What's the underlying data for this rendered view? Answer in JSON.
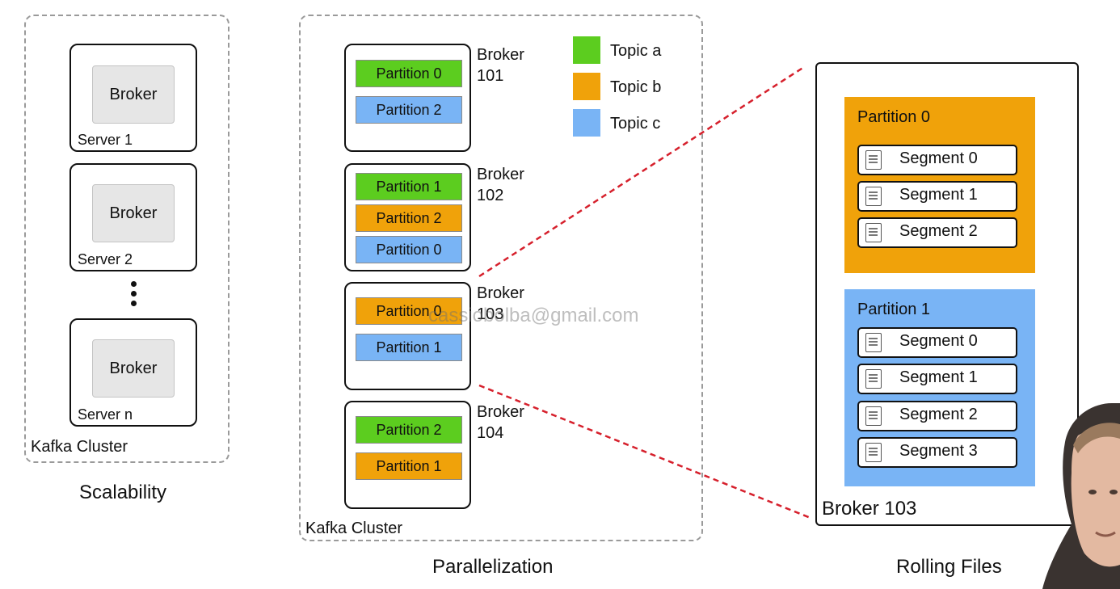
{
  "colors": {
    "topic_a": "#5ccd1f",
    "topic_b": "#f0a20a",
    "topic_c": "#79b4f5",
    "link_line": "#d6202c"
  },
  "scalability": {
    "servers": [
      {
        "broker_label": "Broker",
        "server_label": "Server 1"
      },
      {
        "broker_label": "Broker",
        "server_label": "Server 2"
      },
      {
        "broker_label": "Broker",
        "server_label": "Server n"
      }
    ],
    "cluster_label": "Kafka Cluster",
    "caption": "Scalability"
  },
  "parallelization": {
    "brokers": [
      {
        "name_line1": "Broker",
        "name_line2": "101",
        "partitions": [
          {
            "label": "Partition 0",
            "topic": "a"
          },
          {
            "label": "Partition 2",
            "topic": "c"
          }
        ]
      },
      {
        "name_line1": "Broker",
        "name_line2": "102",
        "partitions": [
          {
            "label": "Partition 1",
            "topic": "a"
          },
          {
            "label": "Partition 2",
            "topic": "b"
          },
          {
            "label": "Partition 0",
            "topic": "c"
          }
        ]
      },
      {
        "name_line1": "Broker",
        "name_line2": "103",
        "partitions": [
          {
            "label": "Partition 0",
            "topic": "b"
          },
          {
            "label": "Partition 1",
            "topic": "c"
          }
        ]
      },
      {
        "name_line1": "Broker",
        "name_line2": "104",
        "partitions": [
          {
            "label": "Partition 2",
            "topic": "a"
          },
          {
            "label": "Partition 1",
            "topic": "b"
          }
        ]
      }
    ],
    "legend": [
      {
        "label": "Topic a",
        "topic": "a"
      },
      {
        "label": "Topic b",
        "topic": "b"
      },
      {
        "label": "Topic c",
        "topic": "c"
      }
    ],
    "cluster_label": "Kafka Cluster",
    "caption": "Parallelization"
  },
  "rolling_files": {
    "groups": [
      {
        "title": "Partition 0",
        "topic": "b",
        "segments": [
          "Segment 0",
          "Segment 1",
          "Segment 2"
        ]
      },
      {
        "title": "Partition 1",
        "topic": "c",
        "segments": [
          "Segment 0",
          "Segment 1",
          "Segment 2",
          "Segment 3"
        ]
      }
    ],
    "broker_label": "Broker 103",
    "caption": "Rolling Files"
  },
  "watermark": "cassiobolba@gmail.com"
}
